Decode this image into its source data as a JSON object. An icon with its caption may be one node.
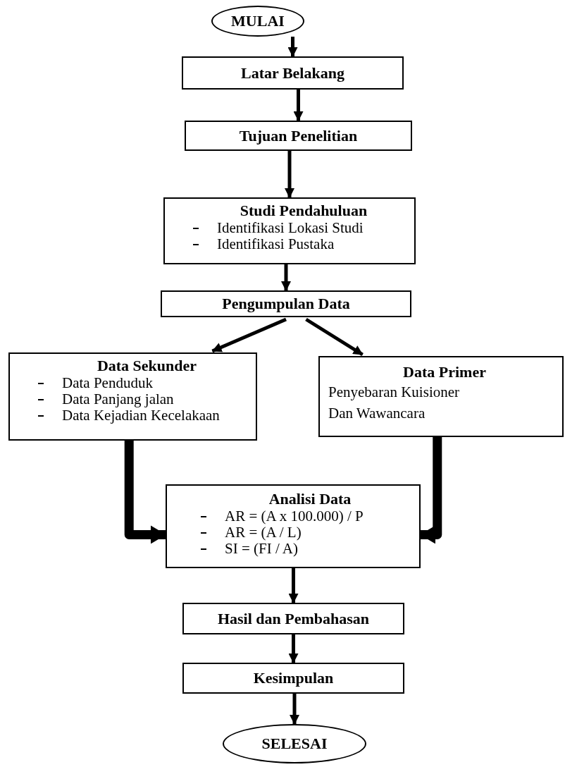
{
  "diagram": {
    "nodes": [
      {
        "text": [
          "MULAI"
        ]
      },
      {
        "text": [
          "Latar Belakang"
        ]
      },
      {
        "text": [
          "Tujuan Penelitian"
        ]
      },
      {
        "text": [
          "Studi Pendahuluan",
          "Identifikasi Lokasi Studi",
          "Identifikasi Pustaka"
        ]
      },
      {
        "text": [
          "Pengumpulan Data"
        ]
      },
      {
        "text": [
          "Data Sekunder",
          "Data Penduduk",
          "Data Panjang jalan",
          "Data Kejadian Kecelakaan"
        ]
      },
      {
        "text": [
          "Data Primer",
          "Penyebaran Kuisioner Dan Wawancara"
        ]
      },
      {
        "text": [
          "Analisi Data",
          "AR = (A x 100.000) / P",
          "AR = (A / L)",
          "SI = (FI / A)"
        ]
      },
      {
        "text": [
          "Hasil dan Pembahasan"
        ]
      },
      {
        "text": [
          "Kesimpulan"
        ]
      },
      {
        "text": [
          "SELESAI"
        ]
      }
    ],
    "edges": [
      {
        "from": 0,
        "to": 1,
        "arrow": "to"
      },
      {
        "from": 1,
        "to": 2,
        "arrow": "to"
      },
      {
        "from": 2,
        "to": 3,
        "arrow": "to"
      },
      {
        "from": 3,
        "to": 4,
        "arrow": "to"
      },
      {
        "from": 4,
        "to": 5,
        "arrow": "to"
      },
      {
        "from": 4,
        "to": 6,
        "arrow": "to"
      },
      {
        "from": 5,
        "to": 7,
        "arrow": "to",
        "style": "thick"
      },
      {
        "from": 6,
        "to": 7,
        "arrow": "to",
        "style": "thick"
      },
      {
        "from": 7,
        "to": 8,
        "arrow": "to"
      },
      {
        "from": 8,
        "to": 9,
        "arrow": "to"
      },
      {
        "from": 9,
        "to": 10,
        "arrow": "to"
      }
    ]
  }
}
